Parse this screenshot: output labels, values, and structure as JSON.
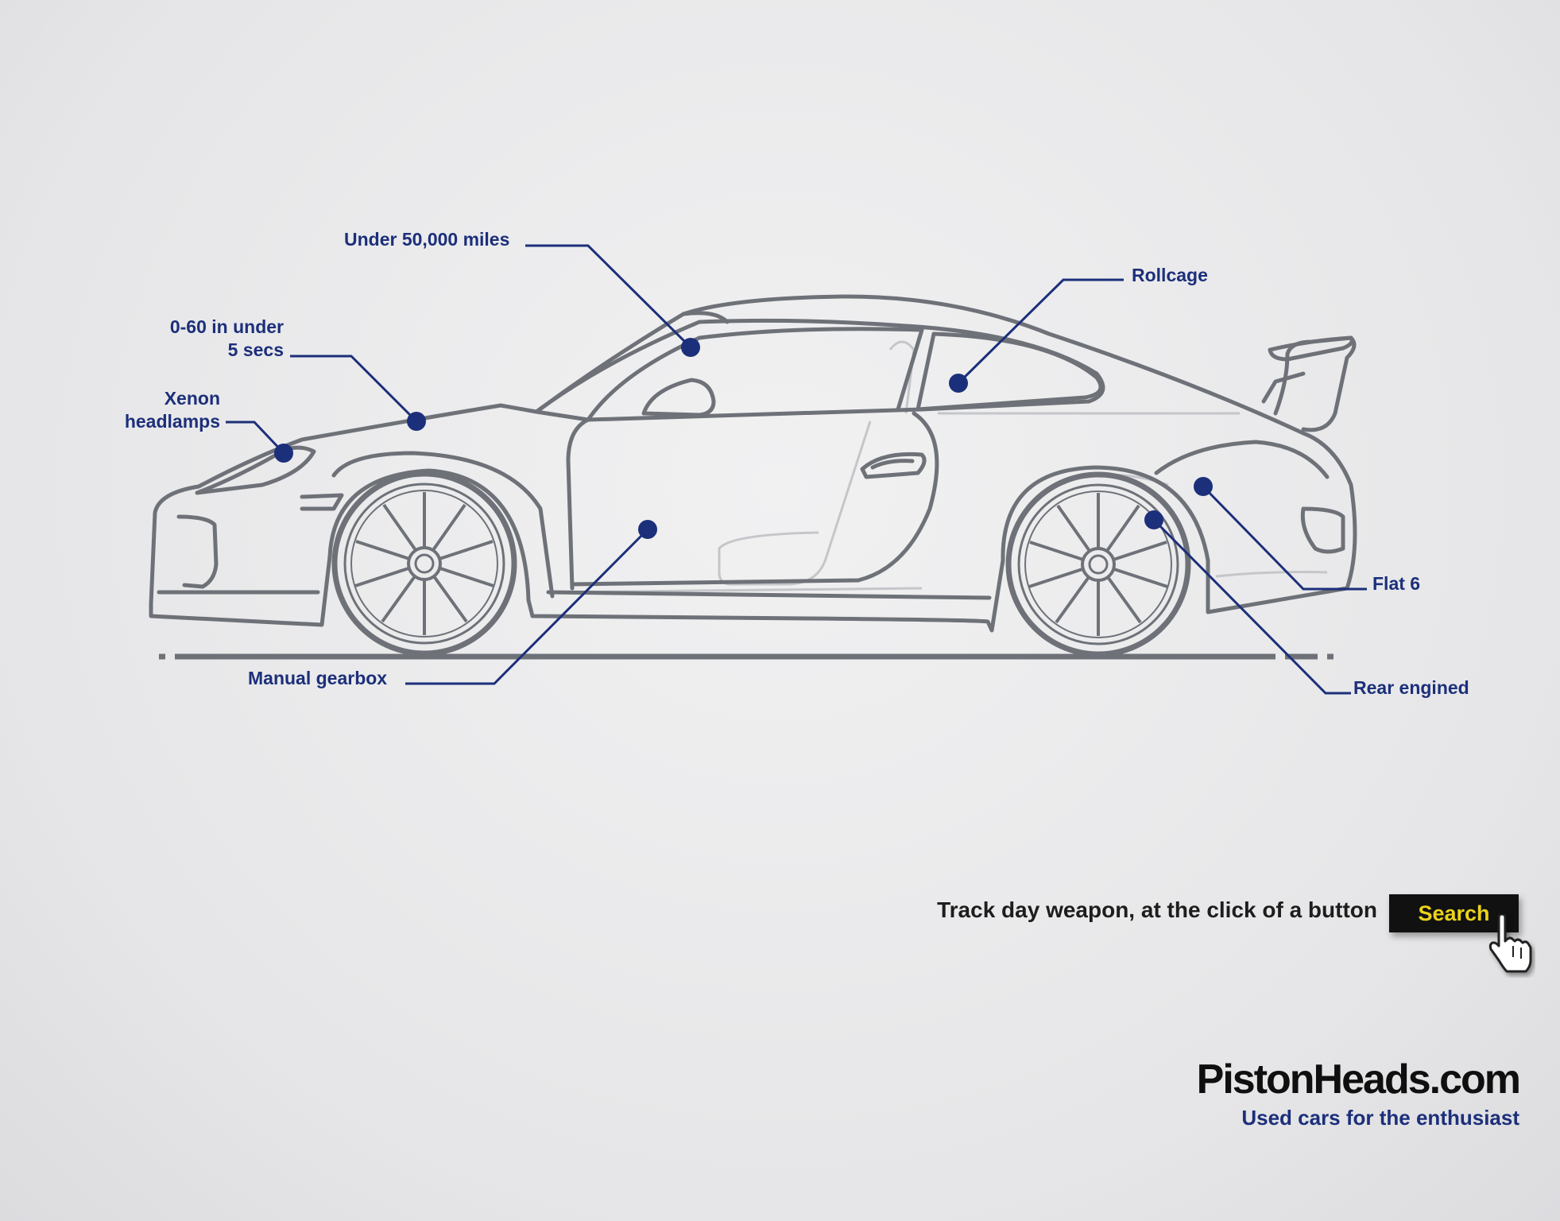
{
  "colors": {
    "accent": "#1c2f7a",
    "car_line": "#6e7278",
    "button_bg": "#111111",
    "button_text": "#ead21b"
  },
  "callouts": {
    "mileage": "Under 50,000 miles",
    "acceleration_line1": "0-60 in under",
    "acceleration_line2": "5 secs",
    "headlamps_line1": "Xenon",
    "headlamps_line2": "headlamps",
    "rollcage": "Rollcage",
    "flat6": "Flat 6",
    "rear_engined": "Rear engined",
    "gearbox": "Manual gearbox"
  },
  "cta": {
    "tagline": "Track day weapon, at the click of a button",
    "search_label": "Search",
    "cursor_icon": "hand-pointer-icon"
  },
  "brand": {
    "name": "PistonHeads.com",
    "tagline": "Used cars for the enthusiast"
  }
}
